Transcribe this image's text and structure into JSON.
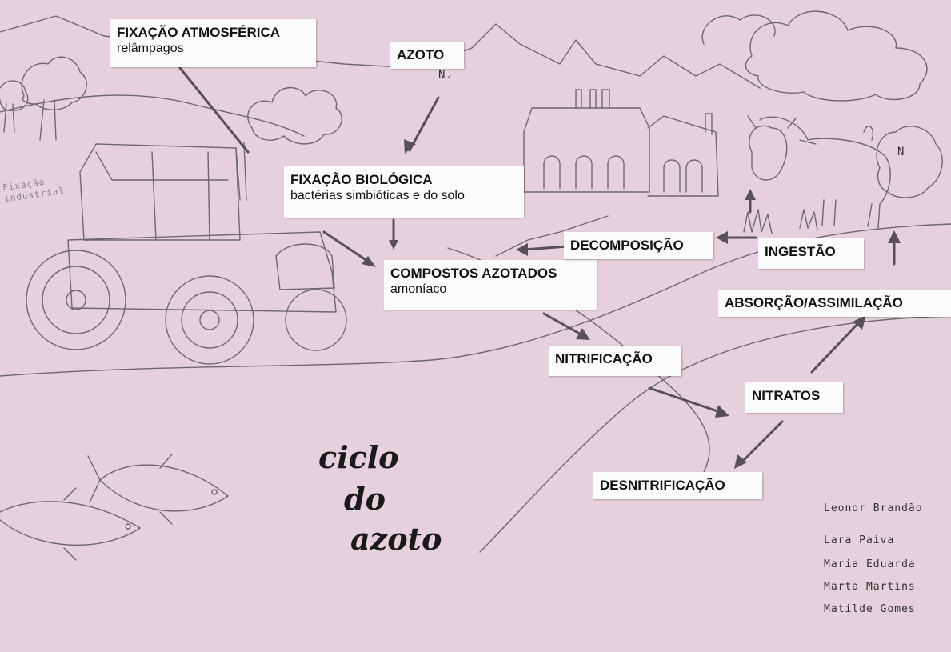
{
  "labels": {
    "fixacao_atmosferica": {
      "title": "FIXAÇÃO ATMOSFÉRICA",
      "subtitle": "relâmpagos"
    },
    "azoto": {
      "title": "AZOTO"
    },
    "fixacao_biologica": {
      "title": "FIXAÇÃO BIOLÓGICA",
      "subtitle": "bactérias simbióticas e do solo"
    },
    "compostos_azotados": {
      "title": "COMPOSTOS AZOTADOS",
      "subtitle": "amoníaco"
    },
    "decomposicao": {
      "title": "DECOMPOSIÇÃO"
    },
    "ingestao": {
      "title": "INGESTÃO"
    },
    "absorcao": {
      "title": "ABSORÇÃO/ASSIMILAÇÃO"
    },
    "nitrificacao": {
      "title": "NITRIFICAÇÃO"
    },
    "nitratos": {
      "title": "NITRATOS"
    },
    "desnitrificacao": {
      "title": "DESNITRIFICAÇÃO"
    }
  },
  "poster_title": [
    "ciclo",
    "do",
    "azoto"
  ],
  "handwritten": {
    "n2": "N₂",
    "industrial": "Fixação industrial",
    "cow_n": "N"
  },
  "authors": [
    "Leonor Brandão",
    "Lara Paiva",
    "Maria Eduarda",
    "Marta Martins",
    "Matilde Gomes"
  ],
  "colors": {
    "paper": "#e6d0dc",
    "label": "#fbfbfb",
    "pencil": "#6e6670"
  }
}
